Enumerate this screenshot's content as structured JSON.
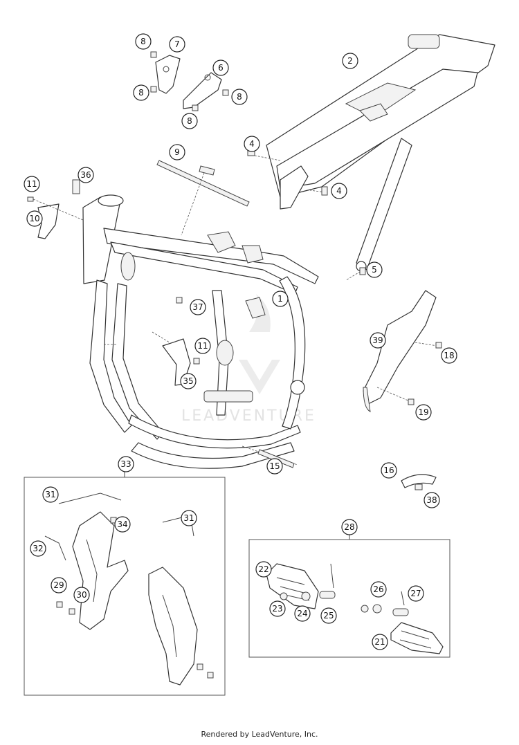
{
  "footer": {
    "credit": "Rendered by LeadVenture, Inc."
  },
  "watermark": {
    "text": "LEADVENTURE"
  },
  "callouts": [
    "1",
    "2",
    "4",
    "5",
    "6",
    "7",
    "8",
    "9",
    "10",
    "11",
    "15",
    "16",
    "18",
    "19",
    "21",
    "22",
    "23",
    "24",
    "25",
    "26",
    "27",
    "28",
    "29",
    "30",
    "31",
    "32",
    "33",
    "34",
    "35",
    "36",
    "37",
    "38",
    "39"
  ]
}
